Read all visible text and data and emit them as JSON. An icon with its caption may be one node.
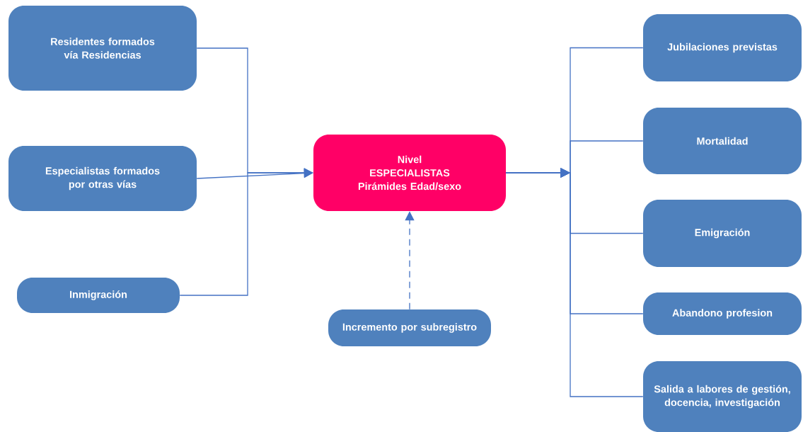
{
  "diagram": {
    "nodes": [
      {
        "text": [
          "Residentes formados vía Residencias"
        ]
      },
      {
        "text": [
          "Especialistas formados por otras vías"
        ]
      },
      {
        "text": [
          "Inmigración"
        ]
      },
      {
        "text": [
          "Nivel",
          "ESPECIALISTAS",
          "Pirámides Edad/sexo"
        ]
      },
      {
        "text": [
          "Incremento por subregistro"
        ]
      },
      {
        "text": [
          "Jubilaciones previstas"
        ]
      },
      {
        "text": [
          "Mortalidad"
        ]
      },
      {
        "text": [
          "Emigración"
        ]
      },
      {
        "text": [
          "Abandono profesion"
        ]
      },
      {
        "text": [
          "Salida a labores de gestión, docencia, investigación"
        ]
      }
    ],
    "edges": [
      {
        "from": 0,
        "to": 3,
        "arrow": "to"
      },
      {
        "from": 1,
        "to": 3,
        "arrow": "to"
      },
      {
        "from": 2,
        "to": 3,
        "arrow": "to"
      },
      {
        "from": 4,
        "to": 3,
        "arrow": "to",
        "style": "dashed"
      },
      {
        "from": 3,
        "to": 5,
        "arrow": "to"
      },
      {
        "from": 3,
        "to": 6,
        "arrow": "to"
      },
      {
        "from": 3,
        "to": 7,
        "arrow": "to"
      },
      {
        "from": 3,
        "to": 8,
        "arrow": "to"
      },
      {
        "from": 3,
        "to": 9,
        "arrow": "to"
      }
    ]
  }
}
